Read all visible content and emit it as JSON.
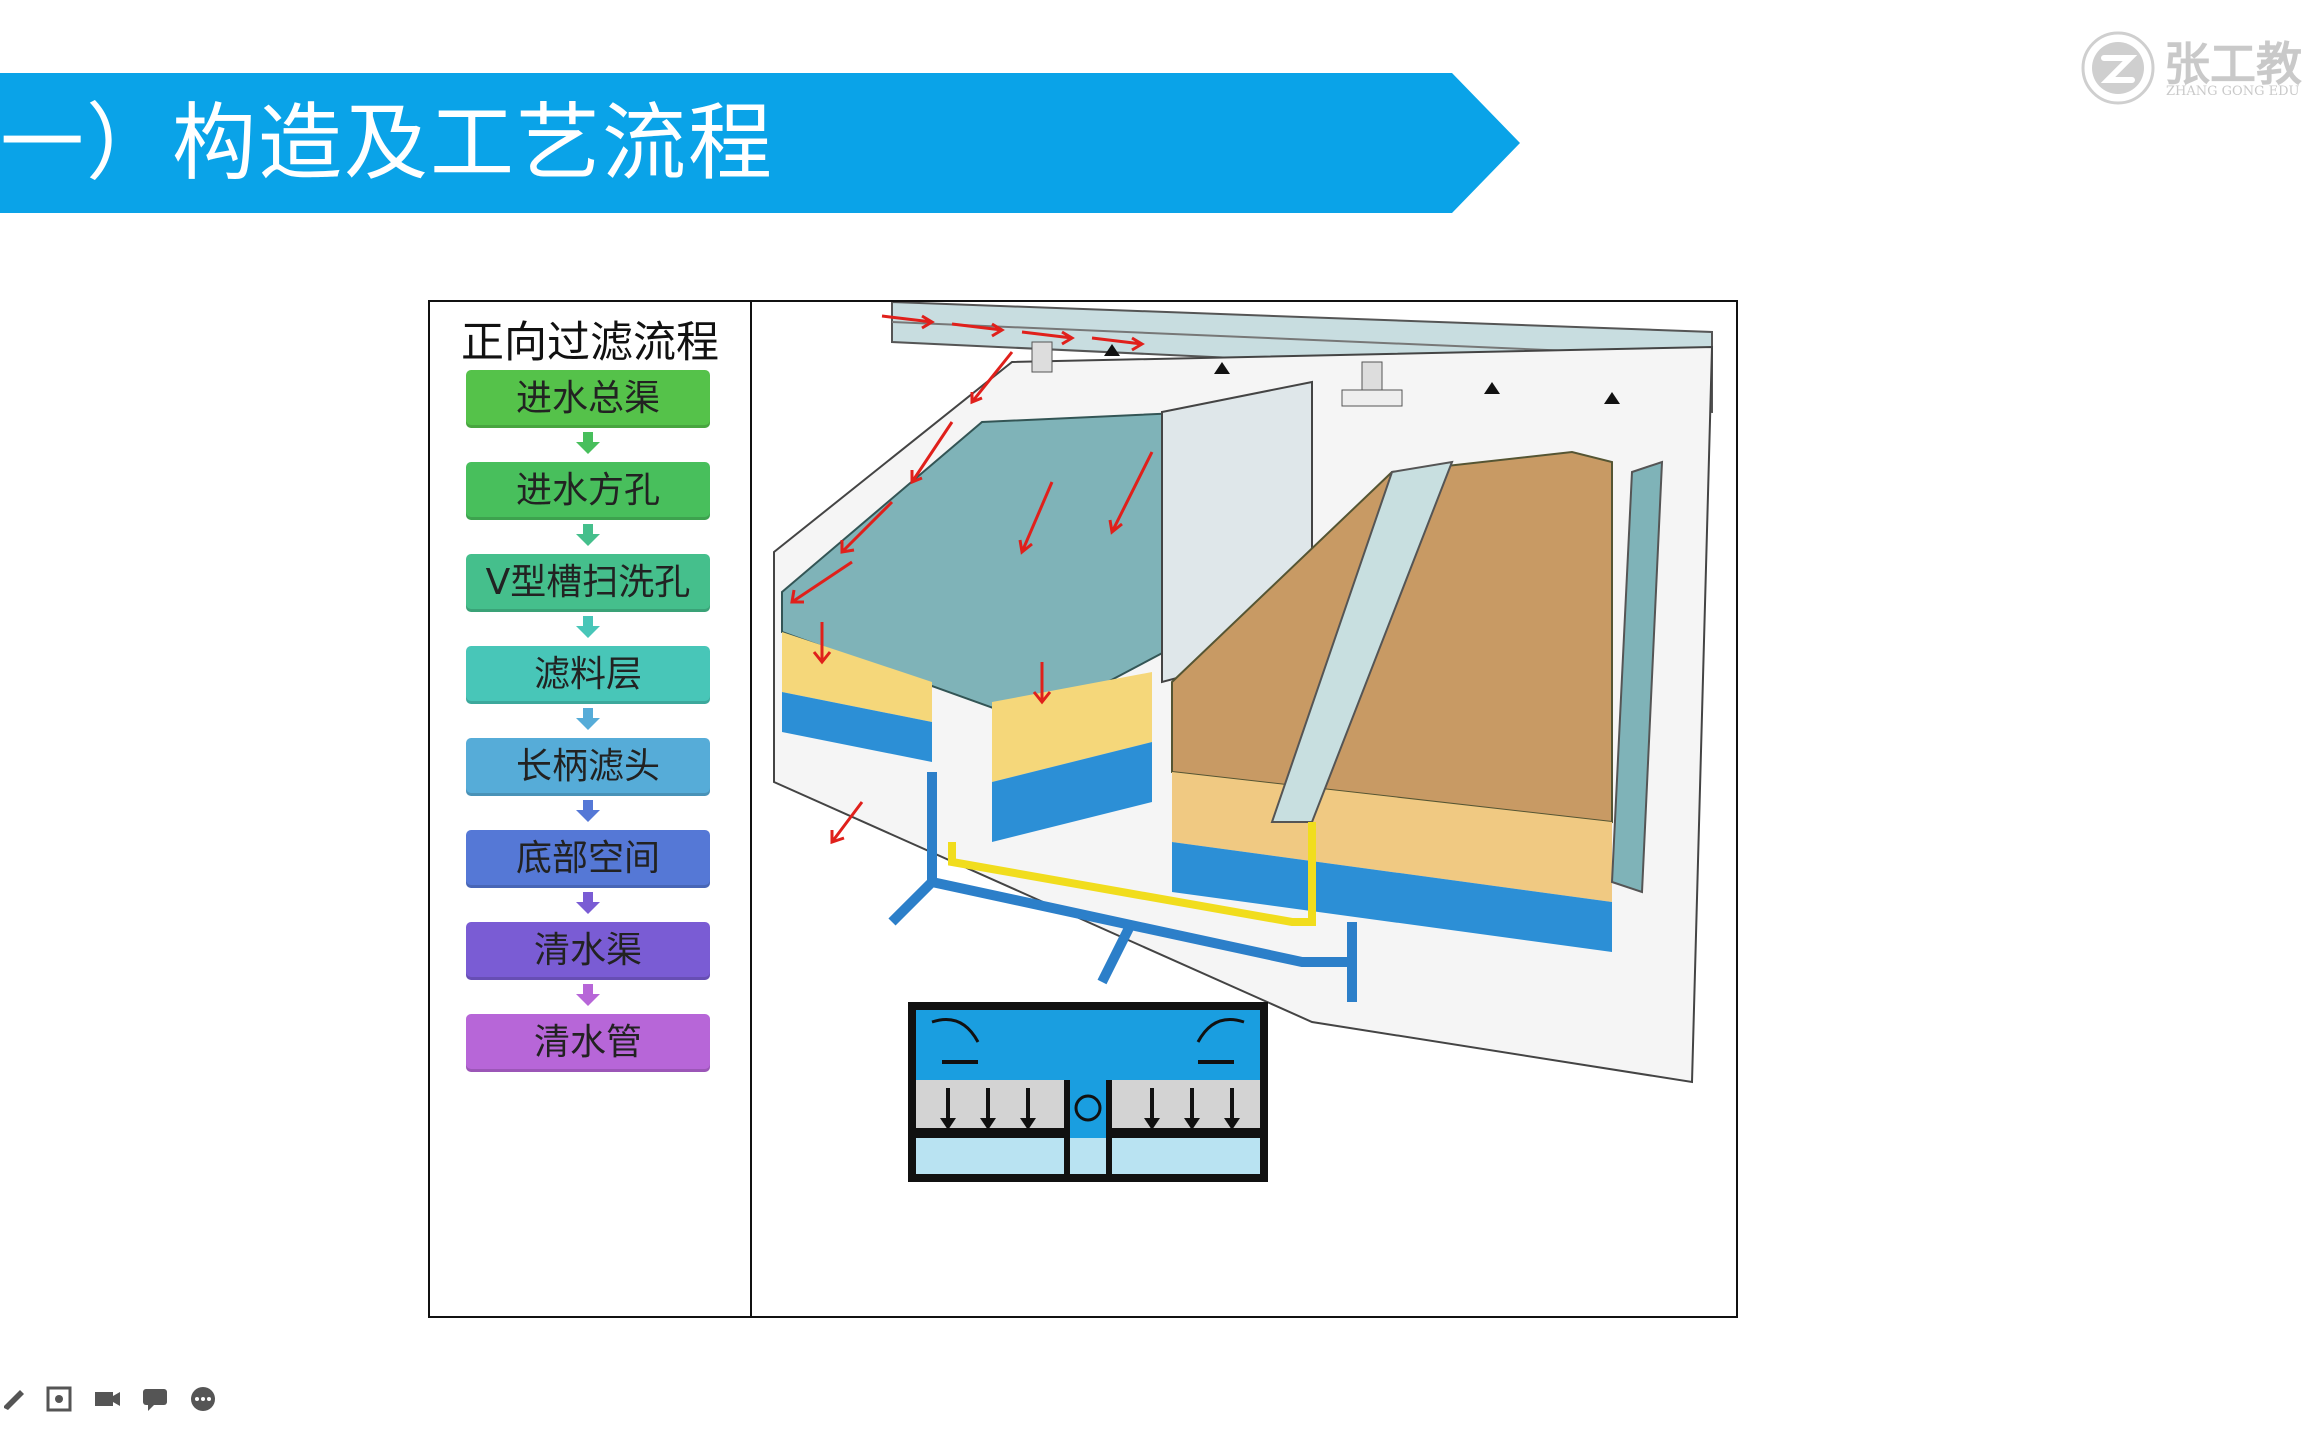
{
  "header": {
    "title": "一）构造及工艺流程",
    "banner_color": "#0aa3e8"
  },
  "logo": {
    "name": "张工教",
    "subtitle": "ZHANG GONG EDU",
    "icon": "zg-seal-icon"
  },
  "flow": {
    "title": "正向过滤流程",
    "steps": [
      {
        "label": "进水总渠",
        "color": "#55c24a"
      },
      {
        "label": "进水方孔",
        "color": "#48bf5c"
      },
      {
        "label": "V型槽扫洗孔",
        "color": "#45bf8c"
      },
      {
        "label": "滤料层",
        "color": "#48c6b8"
      },
      {
        "label": "长柄滤头",
        "color": "#56acd8"
      },
      {
        "label": "底部空间",
        "color": "#5578d6"
      },
      {
        "label": "清水渠",
        "color": "#7a5cd4"
      },
      {
        "label": "清水管",
        "color": "#b766d8"
      }
    ]
  },
  "diagram": {
    "description_icon": "v-filter-cutaway-diagram",
    "cross_section_icon": "v-filter-cross-section-diagram"
  },
  "toolbar": {
    "icons": [
      "pen-icon",
      "screenshot-icon",
      "camera-icon",
      "chat-icon",
      "more-icon"
    ]
  }
}
